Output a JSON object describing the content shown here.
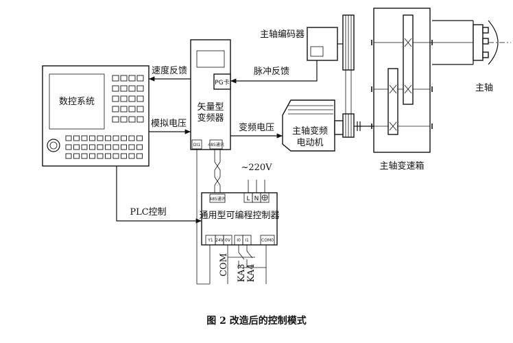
{
  "labels": {
    "cnc": "数控系统",
    "speed_feedback": "速度反馈",
    "analog_voltage": "模拟电压",
    "plc_control": "PLC控制",
    "pg_card": "PG卡",
    "vfd_line1": "矢量型",
    "vfd_line2": "变频器",
    "di1": "DI1",
    "rs485_vfd": "485通讯",
    "pulse_feedback": "脉冲反馈",
    "freq_voltage": "变频电压",
    "encoder": "主轴编码器",
    "motor_line1": "主轴变频",
    "motor_line2": "电动机",
    "spindle": "主轴",
    "gearbox": "主轴变速箱",
    "supply": "~220V",
    "term_L": "L",
    "term_N": "N",
    "rs485_plc": "485通讯",
    "plc": "通用型可编程控制器",
    "term_Y1": "Y1",
    "term_24V": "24V",
    "term_0V": "0V",
    "term_I0": "I0",
    "term_I1": "I1",
    "term_COM0": "COM0",
    "com": "COM",
    "ka3": "KA3",
    "ka4": "KA4",
    "caption": "图 2   改造后的控制模式"
  }
}
